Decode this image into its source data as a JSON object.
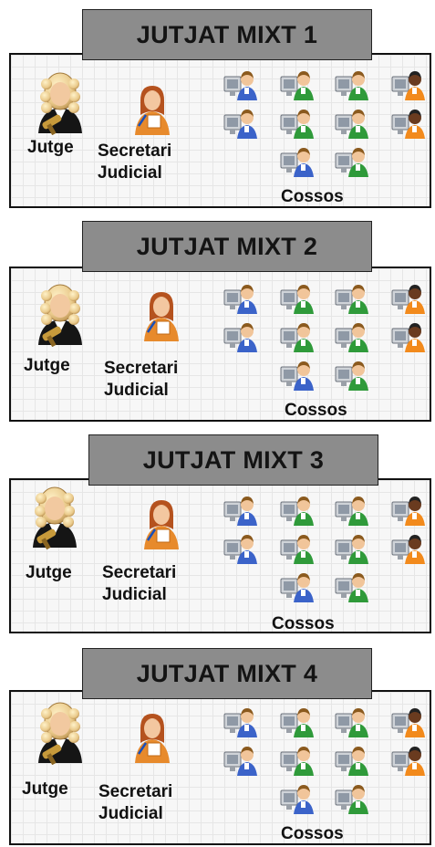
{
  "courts": [
    {
      "title": "JUTJAT MIXT 1"
    },
    {
      "title": "JUTJAT MIXT 2"
    },
    {
      "title": "JUTJAT MIXT 3"
    },
    {
      "title": "JUTJAT MIXT 4"
    }
  ],
  "roles": {
    "judge": "Jutge",
    "secretary_line1": "Secretari",
    "secretary_line2": "Judicial",
    "staff": "Cossos"
  },
  "icons": {
    "judge": "judge-icon",
    "secretary": "secretary-icon",
    "staff": "staff-computer-icon"
  },
  "colors": {
    "header_bg": "#8c8c8c",
    "staff_blue": "#3b63c9",
    "staff_green": "#2f9a3a",
    "staff_orange": "#f28a1c"
  }
}
